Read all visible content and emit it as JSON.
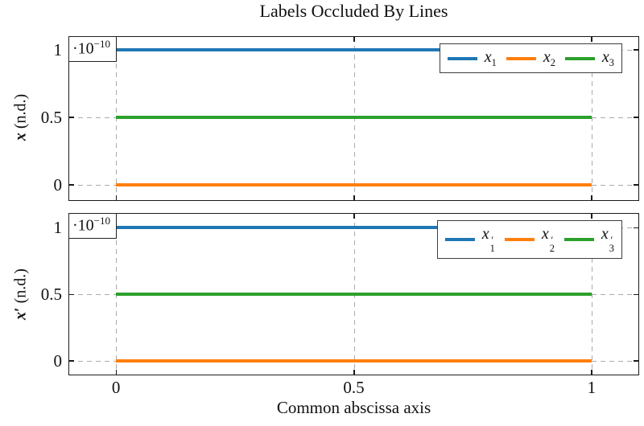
{
  "page": {
    "title": "Labels Occluded By Lines",
    "xlabel": "Common abscissa axis"
  },
  "palette": {
    "series_blue": "#1f77b4",
    "series_orange": "#ff7f0e",
    "series_green": "#2ca02c",
    "grid": "#ababab",
    "axis": "#1a1a1a",
    "legend_border": "#3d3d3d",
    "background": "#ffffff"
  },
  "chart_data": [
    {
      "type": "line",
      "subplot": "top",
      "ylabel": {
        "base": "x",
        "bold": true,
        "prime": false,
        "unit": " (n.d.)"
      },
      "y_multiplier": {
        "prefix": "·10",
        "exponent": "−10"
      },
      "xlim": [
        -0.1,
        1.1
      ],
      "ylim": [
        -0.12,
        1.1
      ],
      "xticks": [
        {
          "v": 0,
          "label": "0"
        },
        {
          "v": 0.5,
          "label": "0.5"
        },
        {
          "v": 1,
          "label": "1"
        }
      ],
      "yticks": [
        {
          "v": 0,
          "label": "0"
        },
        {
          "v": 0.5,
          "label": "0.5"
        },
        {
          "v": 1,
          "label": "1"
        }
      ],
      "show_xtick_labels": false,
      "grid": "dashed",
      "legend_position": "top-right",
      "x": [
        0,
        1
      ],
      "series": [
        {
          "label": {
            "base": "x",
            "sub": "1",
            "prime": false
          },
          "color_key": "series_blue",
          "values": [
            1,
            1
          ]
        },
        {
          "label": {
            "base": "x",
            "sub": "2",
            "prime": false
          },
          "color_key": "series_orange",
          "values": [
            0,
            0
          ]
        },
        {
          "label": {
            "base": "x",
            "sub": "3",
            "prime": false
          },
          "color_key": "series_green",
          "values": [
            0.5,
            0.5
          ]
        }
      ]
    },
    {
      "type": "line",
      "subplot": "bottom",
      "ylabel": {
        "base": "x",
        "bold": true,
        "prime": true,
        "unit": " (n.d.)"
      },
      "y_multiplier": {
        "prefix": "·10",
        "exponent": "−10"
      },
      "xlim": [
        -0.1,
        1.1
      ],
      "ylim": [
        -0.11,
        1.11
      ],
      "xticks": [
        {
          "v": 0,
          "label": "0"
        },
        {
          "v": 0.5,
          "label": "0.5"
        },
        {
          "v": 1,
          "label": "1"
        }
      ],
      "yticks": [
        {
          "v": 0,
          "label": "0"
        },
        {
          "v": 0.5,
          "label": "0.5"
        },
        {
          "v": 1,
          "label": "1"
        }
      ],
      "show_xtick_labels": true,
      "grid": "dashed",
      "legend_position": "top-right",
      "x": [
        0,
        1
      ],
      "series": [
        {
          "label": {
            "base": "x",
            "sub": "1",
            "prime": true
          },
          "color_key": "series_blue",
          "values": [
            1,
            1
          ]
        },
        {
          "label": {
            "base": "x",
            "sub": "2",
            "prime": true
          },
          "color_key": "series_orange",
          "values": [
            0,
            0
          ]
        },
        {
          "label": {
            "base": "x",
            "sub": "3",
            "prime": true
          },
          "color_key": "series_green",
          "values": [
            0.5,
            0.5
          ]
        }
      ]
    }
  ]
}
